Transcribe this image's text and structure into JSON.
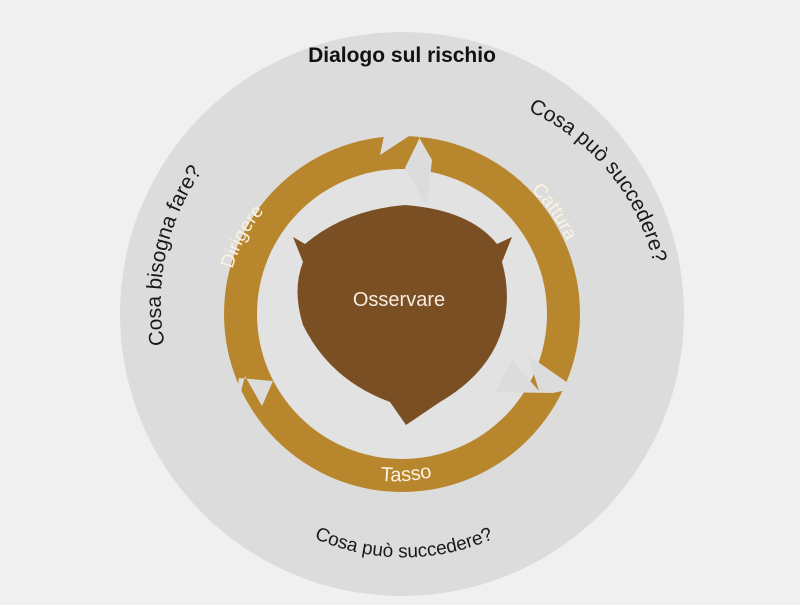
{
  "diagram": {
    "title": "Dialogo sul rischio",
    "outer_questions": {
      "top_right": "Cosa può succedere?",
      "bottom": "Cosa può succedere?",
      "left": "Cosa bisogna fare?"
    },
    "cycle_steps": {
      "capture": "Cattura",
      "assess": "Tasso",
      "direct": "Dirigere"
    },
    "center": "Osservare"
  },
  "colors": {
    "background": "#f0f0f0",
    "outer_ring": "#dcdcdc",
    "inner_disc": "#e2e2e2",
    "arrow_ring": "#b8862d",
    "center": "#7b4f24",
    "title_text": "#111111",
    "question_text": "#1a1a1a",
    "step_text": "#fbf3e2",
    "center_text": "#f6ece0"
  }
}
